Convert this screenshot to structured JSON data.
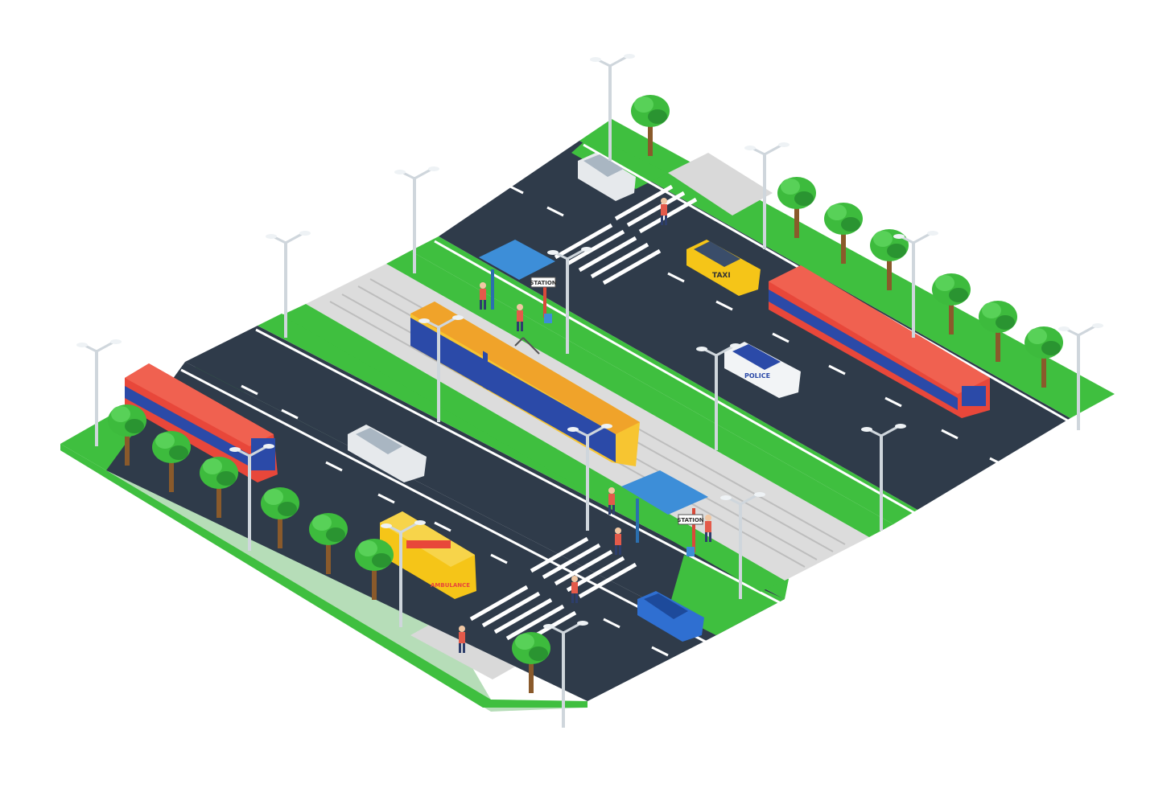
{
  "labels": {
    "station_top": "STATION",
    "station_bottom": "STATION",
    "taxi": "TAXI",
    "police": "POLICE",
    "ambulance": "AMBULANCE"
  },
  "colors": {
    "grass": "#3fbf3f",
    "grass_edge": "#2e9e33",
    "asphalt": "#2f3b4a",
    "sidewalk": "#d9d9d9",
    "rail_bed": "#dcdcdc",
    "lane_mark": "#ffffff",
    "bus_red": "#e8473a",
    "bus_blue": "#2b4aa8",
    "tram_yellow": "#f7c531",
    "taxi_yellow": "#f5c518",
    "shelter_blue": "#3d8ed8",
    "tree": "#3dbb3d",
    "tree_dark": "#2a9431",
    "trunk": "#8a5a2b"
  }
}
